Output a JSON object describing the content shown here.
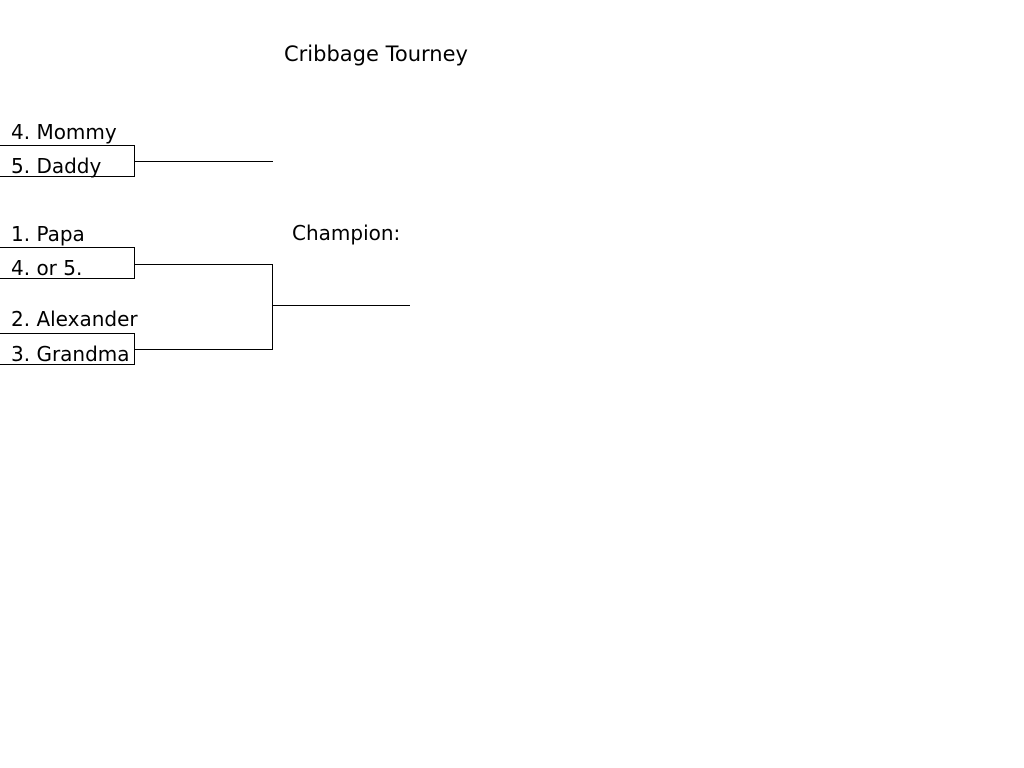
{
  "title": "Cribbage Tourney",
  "champion_label": "Champion:",
  "matches": [
    {
      "top": "4. Mommy",
      "bottom": "5. Daddy"
    },
    {
      "top": "1. Papa",
      "bottom": "4. or 5."
    },
    {
      "top": "2. Alexander",
      "bottom": "3. Grandma"
    }
  ]
}
